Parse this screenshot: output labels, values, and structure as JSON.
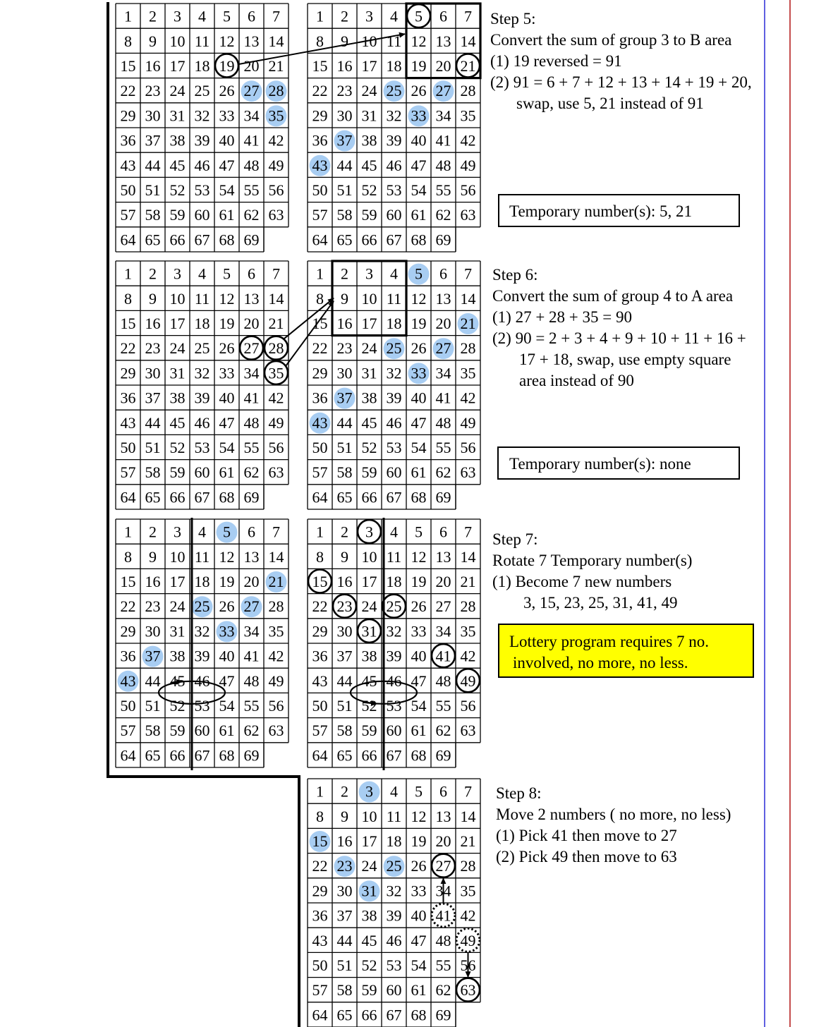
{
  "grid": {
    "cols": 7,
    "numbers": [
      1,
      2,
      3,
      4,
      5,
      6,
      7,
      8,
      9,
      10,
      11,
      12,
      13,
      14,
      15,
      16,
      17,
      18,
      19,
      20,
      21,
      22,
      23,
      24,
      25,
      26,
      27,
      28,
      29,
      30,
      31,
      32,
      33,
      34,
      35,
      36,
      37,
      38,
      39,
      40,
      41,
      42,
      43,
      44,
      45,
      46,
      47,
      48,
      49,
      50,
      51,
      52,
      53,
      54,
      55,
      56,
      57,
      58,
      59,
      60,
      61,
      62,
      63,
      64,
      65,
      66,
      67,
      68,
      69
    ]
  },
  "colors": {
    "highlight": "#a8cdf2",
    "line": "#000000",
    "right_line_blue": "#2b2bd6",
    "right_line_red": "#b01212",
    "note_yellow": "#ffff00"
  },
  "panels": [
    {
      "id": "s5-left",
      "highlighted": [
        27,
        28,
        35
      ],
      "circled": [
        19
      ]
    },
    {
      "id": "s5-right",
      "highlighted": [
        25,
        27,
        33,
        37,
        43
      ],
      "circled": [
        5,
        21
      ]
    },
    {
      "id": "s6-left",
      "highlighted": [],
      "circled": [
        27,
        28,
        35
      ]
    },
    {
      "id": "s6-right",
      "highlighted": [
        5,
        21,
        25,
        27,
        33,
        37,
        43
      ],
      "circled": []
    },
    {
      "id": "s7-left",
      "highlighted": [
        5,
        21,
        25,
        27,
        33,
        37,
        43
      ],
      "circled": []
    },
    {
      "id": "s7-right",
      "highlighted": [],
      "circled": [
        3,
        15,
        23,
        25,
        31,
        41,
        49
      ]
    },
    {
      "id": "s8",
      "highlighted": [
        3,
        15,
        23,
        25,
        31
      ],
      "circled": [
        27,
        63
      ],
      "dotted": [
        41,
        49
      ]
    }
  ],
  "steps": [
    {
      "id": "step5",
      "lines": [
        "Step 5:",
        "Convert the sum of group 3 to B area",
        "(1) 19 reversed = 91",
        "(2) 91 = 6 + 7 + 12 + 13 + 14 + 19 + 20,",
        "swap, use 5, 21 instead of 91"
      ],
      "box": "Temporary number(s):  5, 21"
    },
    {
      "id": "step6",
      "lines": [
        "Step 6:",
        "Convert the sum of group 4 to A area",
        "(1)  27 + 28 + 35 = 90",
        "(2) 90 = 2 + 3 + 4 + 9 + 10 + 11 + 16 +",
        "17 + 18, swap, use empty square",
        "area instead of 90"
      ],
      "box": "Temporary number(s):  none"
    },
    {
      "id": "step7",
      "lines": [
        "Step 7:",
        "Rotate 7 Temporary number(s)",
        "(1)  Become 7 new numbers",
        "3, 15, 23, 25, 31, 41, 49"
      ],
      "box_lines": [
        "Lottery program requires 7 no.",
        "involved, no more, no less."
      ]
    },
    {
      "id": "step8",
      "lines": [
        "Step 8:",
        "Move 2 numbers ( no more, no less)",
        "(1)  Pick 41 then move to 27",
        "(2)  Pick 49 then move to 63"
      ]
    }
  ]
}
